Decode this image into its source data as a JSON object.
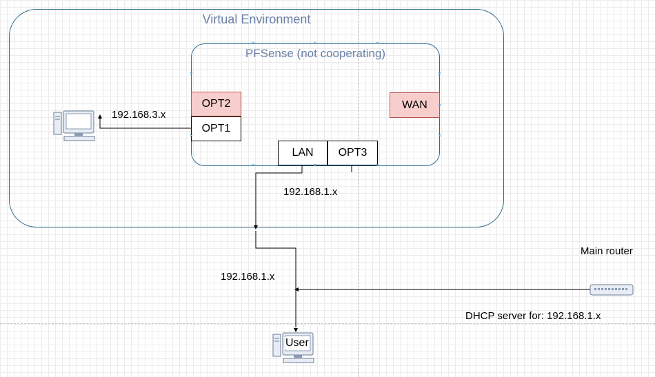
{
  "environment": {
    "title": "Virtual Environment"
  },
  "pfsense": {
    "title": "PFSense (not cooperating)",
    "ports": {
      "opt2": "OPT2",
      "opt1": "OPT1",
      "wan": "WAN",
      "lan": "LAN",
      "opt3": "OPT3"
    }
  },
  "networks": {
    "opt1_subnet": "192.168.3.x",
    "lan_subnet": "192.168.1.x",
    "user_subnet": "192.168.1.x"
  },
  "router": {
    "label": "Main router",
    "dhcp": "DHCP server for: 192.168.1.x"
  },
  "user": {
    "label": "User"
  },
  "colors": {
    "container_stroke": "#2e6c8e",
    "title_text": "#6a7fa8",
    "red_fill": "#f8cecc",
    "red_stroke": "#b85450"
  },
  "icons": [
    "desktop-computer-icon",
    "desktop-computer-icon",
    "router-icon"
  ]
}
